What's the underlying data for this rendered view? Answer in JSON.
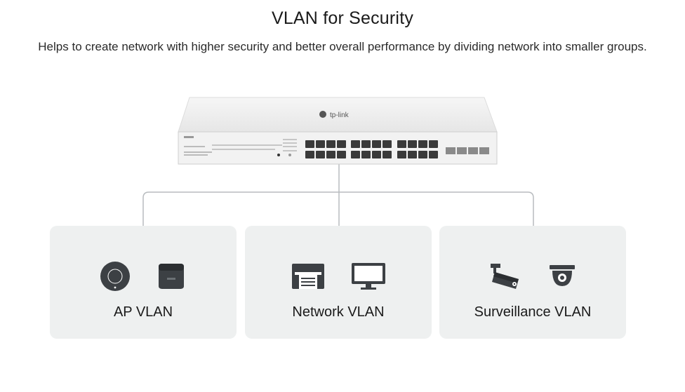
{
  "header": {
    "title": "VLAN for Security",
    "subtitle": "Helps to create network with higher security and better overall performance by dividing network into smaller groups."
  },
  "switch": {
    "brand": "tp-link"
  },
  "cards": [
    {
      "label": "AP VLAN",
      "icons": [
        "ceiling-access-point-icon",
        "wall-access-point-icon"
      ]
    },
    {
      "label": "Network VLAN",
      "icons": [
        "printer-icon",
        "monitor-icon"
      ]
    },
    {
      "label": "Surveillance VLAN",
      "icons": [
        "bullet-camera-icon",
        "dome-camera-icon"
      ]
    }
  ],
  "colors": {
    "card_background": "#eef0f0",
    "icon_dark": "#3c4044",
    "line": "#b8bcbf"
  }
}
